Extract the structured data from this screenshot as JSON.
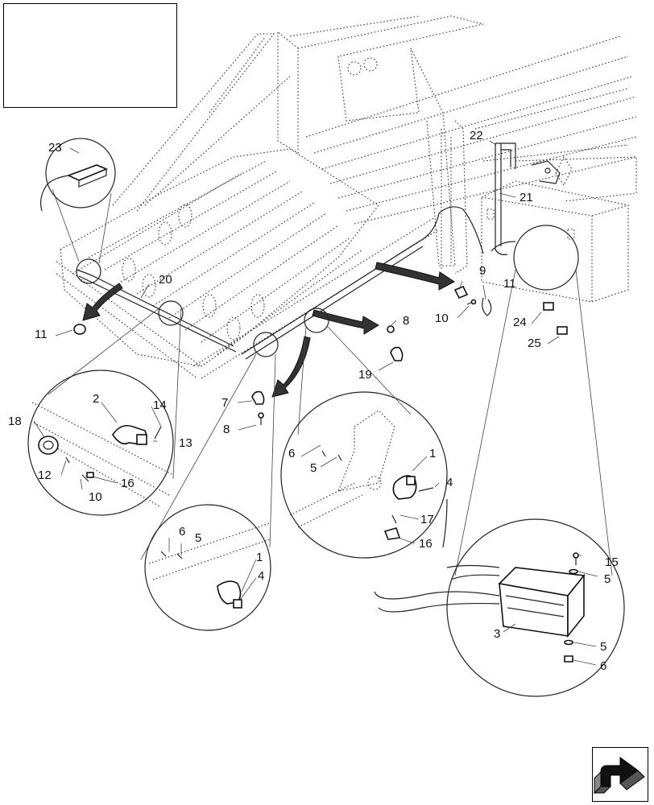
{
  "callouts": [
    {
      "id": "c23",
      "text": "23"
    },
    {
      "id": "c22",
      "text": "22"
    },
    {
      "id": "c21",
      "text": "21"
    },
    {
      "id": "c20",
      "text": "20"
    },
    {
      "id": "c11a",
      "text": "11"
    },
    {
      "id": "c9",
      "text": "9"
    },
    {
      "id": "c11b",
      "text": "11"
    },
    {
      "id": "c10a",
      "text": "10"
    },
    {
      "id": "c8a",
      "text": "8"
    },
    {
      "id": "c19",
      "text": "19"
    },
    {
      "id": "c24",
      "text": "24"
    },
    {
      "id": "c25",
      "text": "25"
    },
    {
      "id": "c7",
      "text": "7"
    },
    {
      "id": "c8b",
      "text": "8"
    },
    {
      "id": "c2",
      "text": "2"
    },
    {
      "id": "c14",
      "text": "14"
    },
    {
      "id": "c18",
      "text": "18"
    },
    {
      "id": "c13",
      "text": "13"
    },
    {
      "id": "c12",
      "text": "12"
    },
    {
      "id": "c16a",
      "text": "16"
    },
    {
      "id": "c10b",
      "text": "10"
    },
    {
      "id": "c6a",
      "text": "6"
    },
    {
      "id": "c5a",
      "text": "5"
    },
    {
      "id": "c1a",
      "text": "1"
    },
    {
      "id": "c4a",
      "text": "4"
    },
    {
      "id": "c17",
      "text": "17"
    },
    {
      "id": "c16b",
      "text": "16"
    },
    {
      "id": "c6b",
      "text": "6"
    },
    {
      "id": "c5b",
      "text": "5"
    },
    {
      "id": "c1b",
      "text": "1"
    },
    {
      "id": "c4b",
      "text": "4"
    },
    {
      "id": "c15",
      "text": "15"
    },
    {
      "id": "c5c",
      "text": "5"
    },
    {
      "id": "c3",
      "text": "3"
    },
    {
      "id": "c5d",
      "text": "5"
    },
    {
      "id": "c6c",
      "text": "6"
    }
  ],
  "icons": {
    "nav": "next-page-arrow-icon"
  }
}
